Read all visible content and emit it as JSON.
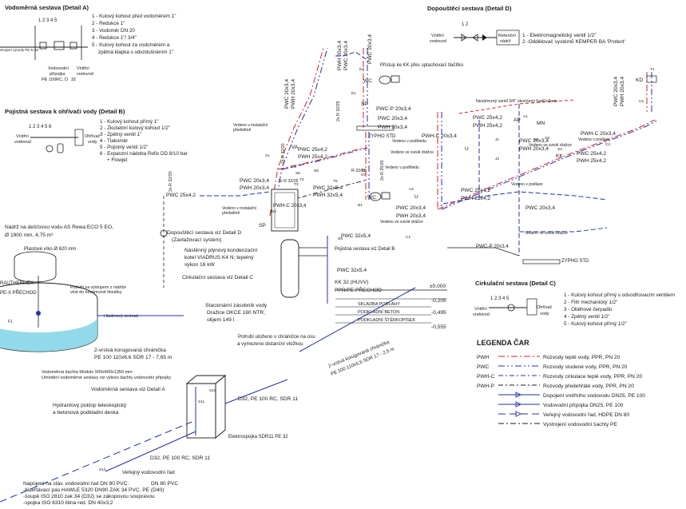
{
  "detail_a": {
    "title": "Vodoměrná sestava (Detail A)",
    "numbers": "1  2  3  4  5",
    "items": [
      "1 - Kulový kohout před vodoměrem 1\"",
      "2 - Redukce 1\"",
      "3 - Vodoměr DN 20",
      "4 - Redukce 1\"/ 3/4\"",
      "5 - Kulový kohout za vodoměrem a",
      "zpětná klapka s odvzdušněním 1\""
    ],
    "pipe_label": "Vodovodní přípojka PE 100RC, D 32",
    "pipe_lines": [
      "Vodovodní",
      "přípojka",
      "PE 100RC, D",
      "32"
    ],
    "inner_label": [
      "Vnitřní",
      "vodovod"
    ],
    "pe_label": "strojení vývody PE D 32"
  },
  "detail_b": {
    "title": "Pojistná sestava k ohřívači vody (Detail B)",
    "numbers": "1  2  3  4  5  6",
    "left_label": [
      "Vnitřní",
      "vodovod"
    ],
    "right_label": [
      "Ohřívač",
      "vody"
    ],
    "items": [
      "1 - Kulový kohout přímý 1\"",
      "2 - Zkušební kulový kohout 1/2\"",
      "3 - Zpětný ventil 1\"",
      "4 - Tlakoměr",
      "5 - Pojistný ventil 1/2\"",
      "6 - Expanzní nádoba Refix DD  8/10 bar",
      "+ Flowjet"
    ]
  },
  "detail_c": {
    "title": "Cirkulační sestava (Detail C)",
    "numbers": "1  2  3 4 5",
    "left_label": [
      "Vnitřní",
      "vodovod"
    ],
    "right_label": [
      "Ohřívač",
      "vody"
    ],
    "items": [
      "1 - Kulový kohout přímý s odvodňovacím ventilem",
      "2 - Filtr mechanický 1/2\"",
      "3 - Oběhové čerpadlo",
      "4 - Zpětný ventil 1/2\"",
      "5 - Kulový kohout přímý 1/2\""
    ]
  },
  "detail_d": {
    "title": "Dopouštěcí sestava (Detail D)",
    "numbers": "1        2",
    "left_label": [
      "Vnitřní",
      "vodovod"
    ],
    "right_label": [
      "Retenční",
      "nádrž"
    ],
    "items": [
      "1 - Elektromagnetický ventil 1/2\"",
      "2 -Oddělovač systémů KEMPER BA 'Protect'"
    ]
  },
  "legend": {
    "title": "LEGENDA ČAR",
    "items": [
      {
        "code": "PWH",
        "text": "Rozvody teplé vody, PPR, PN 20",
        "color": "#d42020",
        "dash": "8 3 2 3"
      },
      {
        "code": "PWC",
        "text": "Rozvody studené vody, PPR, PN 20",
        "color": "#2030b0",
        "dash": "8 3 2 3 2 3"
      },
      {
        "code": "PWH-C",
        "text": "Rozvody cirkulace teplé vody, PPR, PN 20",
        "color": "#2030b0",
        "dash": "6 3 2 3"
      },
      {
        "code": "PWH-P",
        "text": "Rozvody předehřáté vody, PPR, PN 20",
        "color": "#1a1a1a",
        "dash": "6 3 2 3"
      },
      {
        "code": "",
        "text": "Dopojení vnitřního vodovodu DN25, PE 100",
        "color": "#2030b0",
        "dash": ""
      },
      {
        "code": "",
        "text": "Vodovodní přípojka DN25, PE 100",
        "color": "#2030b0",
        "dash": ""
      },
      {
        "code": "",
        "text": "Veřejný vodovodní řad, HDPE DN 80",
        "color": "#2030b0",
        "dash": "9 5"
      },
      {
        "code": "",
        "text": "Vystrojení vodovodní šachty PE",
        "color": "#1a1a1a",
        "dash": "7 3 2 3"
      }
    ]
  },
  "tank": {
    "title1": "Nádrž na dešťovou vodu AS Rewa ECO 5 EO,",
    "title2": "Ø 1900 mm, 4,75 m³",
    "lid": "Plastové víko Ø 620 mm",
    "rautherm": "RAUTHERMEX",
    "prechod": "PE-X PŘECHOD",
    "outlet1": "Potrubí za výstupem z nádrže",
    "outlet2": "vést do nezámrzné hloubky",
    "level": "Hladinový snímač",
    "f1": "F1",
    "hose1": "2-vrstvá korugovaná chránička",
    "hose2": "PE 100 110x6,6 SDR 17 - 7,65 m"
  },
  "shaft": {
    "title1": "Vodoměrná šachta Modulo 500x400x1350 mm",
    "title2": "Umístění vodoměrné sestavy viz výkres šachty vodovodní přípojky",
    "detail_a_ref": "Vodoměrná sestava viz Detail A",
    "hydrant1": "Hydrantový poklop teleskopický",
    "hydrant2": "a betonová podkladní deska",
    "s10": "S10",
    "s11": "S11",
    "s12": "S12",
    "pipe1": "D32, PE 100 RC, SDR 11",
    "pipe2": "D32, PE 100 RC, SDR 11",
    "elektro": "Elektrospojka SDR11 PE 32",
    "public1": "Veřejný vodovodní řad",
    "public2": "DN 80 PVC",
    "connect": [
      "Napojení na stáv. vodovodní řad DN 80 PVC:",
      "-Navrtávací pás HAWLE 5320 DN90 ZAK 34 PVC, PE (D40)",
      "-šoupě ISO 2810 zak 34 (D32) se zákopovou soupravou",
      "-spojka ISO 6310 litina red. DN 40x3,2"
    ]
  },
  "boiler": {
    "ref_d1": "Dopouštěcí sestava viz Detail D",
    "ref_d2": "(Zavlažovací systém)",
    "kotel1": "Nástěnný plynový kondenzační",
    "kotel2": "kotel VIADRUS K4 N; tepelný",
    "kotel3": "výkon 16 kW",
    "circ_ref": "Cirkulační sestava viz Detail C",
    "zas1": "Stacionární zásobník vody",
    "zas2": "Dražice OKCE 160 NTR,",
    "zas3": "objem 149 l",
    "pojist": "Pojistná sestava viz Detail B",
    "kk1": "KK 32 (HUVV)",
    "kk2": "PPR/PE PŘECHOD",
    "chranicka1": "Potrubí uloženo v chráničce na osu",
    "chranicka2": "a vymezeno distanční vložkou",
    "hose1": "2-vrstvá korugovaná chránička",
    "hose2": "PE 100 110x6,6 SDR 17 - 2,5 m"
  },
  "floor": {
    "levels": [
      "±0,000",
      "-0,205",
      "-0,495",
      "-0,555"
    ],
    "layers": [
      "SKLADBA PODLAHY",
      "PODKLADNÍ BETON",
      "PODKLADNÍ ŠTĚRKOPÍSEK"
    ]
  },
  "riser": {
    "pwc203": "PWC 20x3,4",
    "pwh203": "PWH 20x3,4",
    "pwc254": "PWC 25x4,2",
    "pwh254": "PWH 25x4,2",
    "pwc325": "PWC 32x5,4",
    "pwh325": "PWH 32x5,4",
    "pwhc203": "PWH-C 20x3,4",
    "pwcp203": "PWC-P 20x3,4",
    "zypho": "ZYPHO STD",
    "kk_note": "Přístup ke KK přes splachovací tlačítko",
    "nezamrz": "Nezámrzný ventil 3/4\" ukončený hadičníkem",
    "ved_inst": [
      "Vedeno v instalační",
      "předstěně"
    ],
    "ved_podhled": "Vedeno v podhledu",
    "ved_drazka": "Vedeno ve svislé drážce",
    "ved_podlaze": "Vedeno v podlaze",
    "r3220": "2x R 32/20",
    "r3225": "2x R 32/25",
    "r2520": "2x R 25/20",
    "r3220b": "R 32/20",
    "wc": "WC",
    "va": "VA",
    "sp": "SP",
    "u": "U",
    "ap": "AP",
    "mn": "MN",
    "kk": "KK",
    "kd": "KD",
    "tags": [
      "E2",
      "E1",
      "S5",
      "S6",
      "T3",
      "T4",
      "T2",
      "A1",
      "C2",
      "S2",
      "S7",
      "S8",
      "S9",
      "B1",
      "D1",
      "C1",
      "T1",
      "T5",
      "S1",
      "S3",
      "S4",
      "J1",
      "J2",
      "A2",
      "U1"
    ]
  }
}
